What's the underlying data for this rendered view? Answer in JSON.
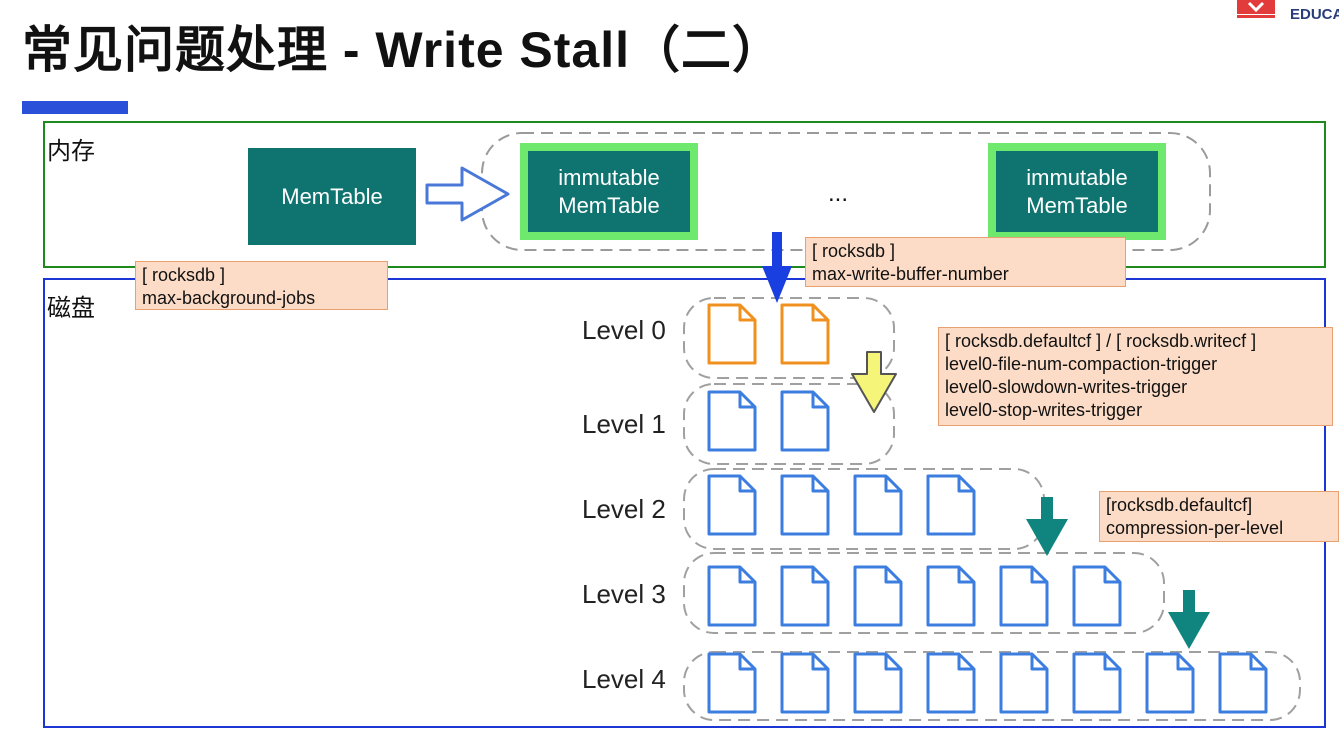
{
  "header": {
    "title": "常见问题处理 - Write Stall（二）",
    "brand": "EDUCA"
  },
  "memory": {
    "label": "内存",
    "memtable": "MemTable",
    "immutable": [
      "immutable",
      "MemTable"
    ],
    "ellipsis": "..."
  },
  "disk": {
    "label": "磁盘",
    "levels": [
      {
        "label": "Level 0",
        "files": 2
      },
      {
        "label": "Level 1",
        "files": 2
      },
      {
        "label": "Level 2",
        "files": 4
      },
      {
        "label": "Level 3",
        "files": 6
      },
      {
        "label": "Level 4",
        "files": 8
      }
    ]
  },
  "notes": {
    "background_jobs": [
      "[ rocksdb ]",
      "max-background-jobs"
    ],
    "write_buffer": [
      "[ rocksdb ]",
      "max-write-buffer-number"
    ],
    "level0": [
      "[ rocksdb.defaultcf ] / [ rocksdb.writecf ]",
      "level0-file-num-compaction-trigger",
      "level0-slowdown-writes-trigger",
      "level0-stop-writes-trigger"
    ],
    "compression": [
      "[rocksdb.defaultcf]",
      "compression-per-level"
    ]
  },
  "colors": {
    "teal": "#0f7470",
    "immutable_border": "#6ee96e",
    "memory_border": "#1e8a1e",
    "disk_border": "#1c36d6",
    "file_orange": "#f0901e",
    "file_blue": "#3c7ee0",
    "arrow_blue": "#1a3fe0",
    "arrow_yellow": "#f5f57a",
    "arrow_teal": "#10857f",
    "note_bg": "#fcdcc6"
  }
}
